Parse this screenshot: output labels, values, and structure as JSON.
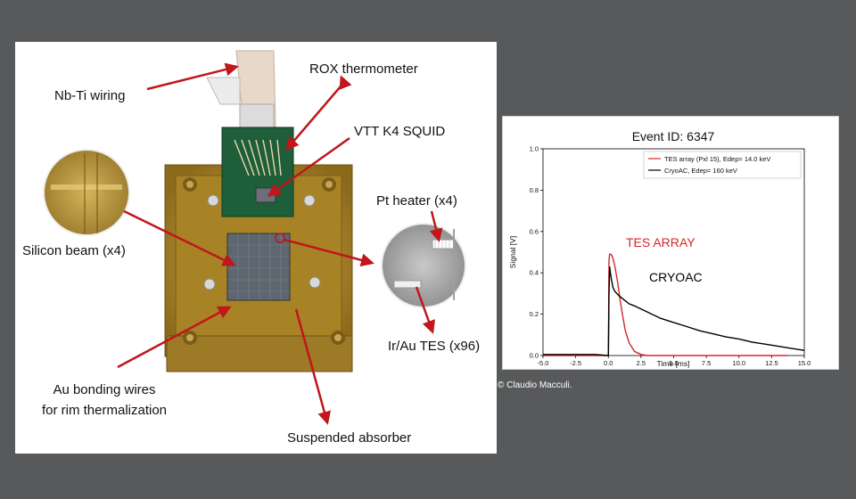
{
  "credit": "© Claudio Macculi.",
  "photo": {
    "labels": {
      "nb_ti_wiring": "Nb-Ti wiring",
      "rox_thermometer": "ROX thermometer",
      "vtt_squid": "VTT K4 SQUID",
      "silicon_beam": "Silicon beam (x4)",
      "pt_heater": "Pt heater (x4)",
      "ir_au_tes": "Ir/Au TES (x96)",
      "au_bonding_line1": "Au bonding wires",
      "au_bonding_line2": "for rim thermalization",
      "suspended_absorber": "Suspended absorber"
    },
    "colors": {
      "arrow": "#c0161c",
      "gold": "#b8912a",
      "pcb": "#1f5e3a",
      "absorber": "#5e6670"
    }
  },
  "chart_data": {
    "type": "line",
    "title": "Event ID: 6347",
    "xlabel": "Time [ms]",
    "ylabel": "Signal [V]",
    "xlim": [
      -5.0,
      15.0
    ],
    "ylim": [
      0.0,
      1.0
    ],
    "xticks": [
      "-5.0",
      "-2.5",
      "0.0",
      "2.5",
      "5.0",
      "7.5",
      "10.0",
      "12.5",
      "15.0"
    ],
    "yticks": [
      "0.0",
      "0.2",
      "0.4",
      "0.6",
      "0.8",
      "1.0"
    ],
    "grid": false,
    "legend_position": "top-right",
    "series": [
      {
        "name": "TES array (Pxl 15), Edep= 14.0 keV",
        "color": "#d62728",
        "x": [
          -5.0,
          0.0,
          0.05,
          0.1,
          0.2,
          0.3,
          0.4,
          0.5,
          0.7,
          0.9,
          1.1,
          1.3,
          1.6,
          2.0,
          2.5,
          3.0,
          4.0,
          6.0,
          10.0,
          13.7
        ],
        "y": [
          0.0,
          0.0,
          0.46,
          0.49,
          0.49,
          0.48,
          0.46,
          0.43,
          0.36,
          0.27,
          0.19,
          0.12,
          0.06,
          0.02,
          0.005,
          0.0,
          0.0,
          0.0,
          0.0,
          0.0
        ]
      },
      {
        "name": "CryoAC, Edep= 160 keV",
        "color": "#000000",
        "x": [
          -5.0,
          -1.0,
          0.0,
          0.05,
          0.1,
          0.2,
          0.35,
          0.5,
          0.8,
          1.2,
          1.6,
          2.0,
          3.0,
          4.0,
          5.0,
          6.0,
          7.0,
          8.0,
          9.0,
          10.0,
          11.0,
          12.0,
          13.0,
          14.0,
          15.0
        ],
        "y": [
          0.005,
          0.005,
          0.0,
          0.3,
          0.43,
          0.38,
          0.33,
          0.31,
          0.29,
          0.27,
          0.25,
          0.24,
          0.21,
          0.18,
          0.16,
          0.14,
          0.12,
          0.105,
          0.09,
          0.08,
          0.065,
          0.055,
          0.045,
          0.035,
          0.025
        ]
      }
    ],
    "annotations": [
      {
        "text": "TES ARRAY",
        "color": "#d62728"
      },
      {
        "text": "CRYOAC",
        "color": "#000000"
      }
    ]
  }
}
